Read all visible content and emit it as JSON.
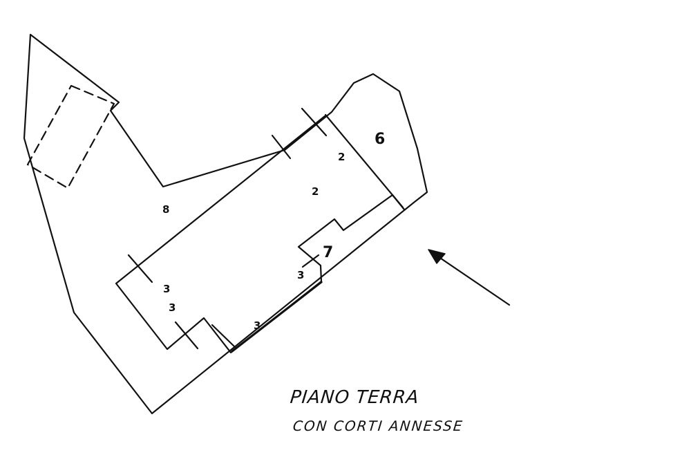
{
  "caption": {
    "line1": "PIANO TERRA",
    "line2": "CON CORTI ANNESSE"
  },
  "rooms": [
    {
      "id": "r8a",
      "label": "8"
    },
    {
      "id": "r2a",
      "label": "2"
    },
    {
      "id": "r2b",
      "label": "2"
    },
    {
      "id": "r6",
      "label": "6"
    },
    {
      "id": "r7",
      "label": "7"
    },
    {
      "id": "r3a",
      "label": "3"
    },
    {
      "id": "r3b",
      "label": "3"
    },
    {
      "id": "r3c",
      "label": "3"
    },
    {
      "id": "r3d",
      "label": "3"
    }
  ]
}
